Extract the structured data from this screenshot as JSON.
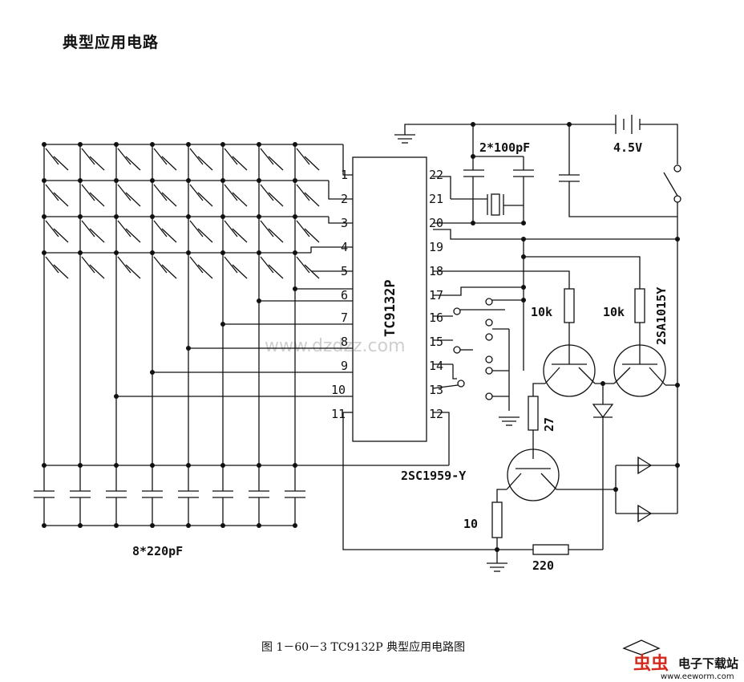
{
  "heading": "典型应用电路",
  "caption": "图 1－60－3   TC9132P 典型应用电路图",
  "chip": {
    "name": "TC9132P",
    "left_pins": [
      "1",
      "2",
      "3",
      "4",
      "5",
      "6",
      "7",
      "8",
      "9",
      "10",
      "11"
    ],
    "right_pins": [
      "22",
      "21",
      "20",
      "19",
      "18",
      "17",
      "16",
      "15",
      "14",
      "13",
      "12"
    ]
  },
  "labels": {
    "cap_top": "2*100pF",
    "battery": "4.5V",
    "r1": "10k",
    "r2": "10k",
    "pnp": "2SA1015Y",
    "r27": "27",
    "npn": "2SC1959-Y",
    "r10": "10",
    "r220": "220",
    "caps_bottom": "8*220pF"
  },
  "watermark": "www.dzdzz.com",
  "logo": {
    "brand": "虫虫",
    "text": "电子下载站",
    "url": "www.eeworm.com"
  }
}
